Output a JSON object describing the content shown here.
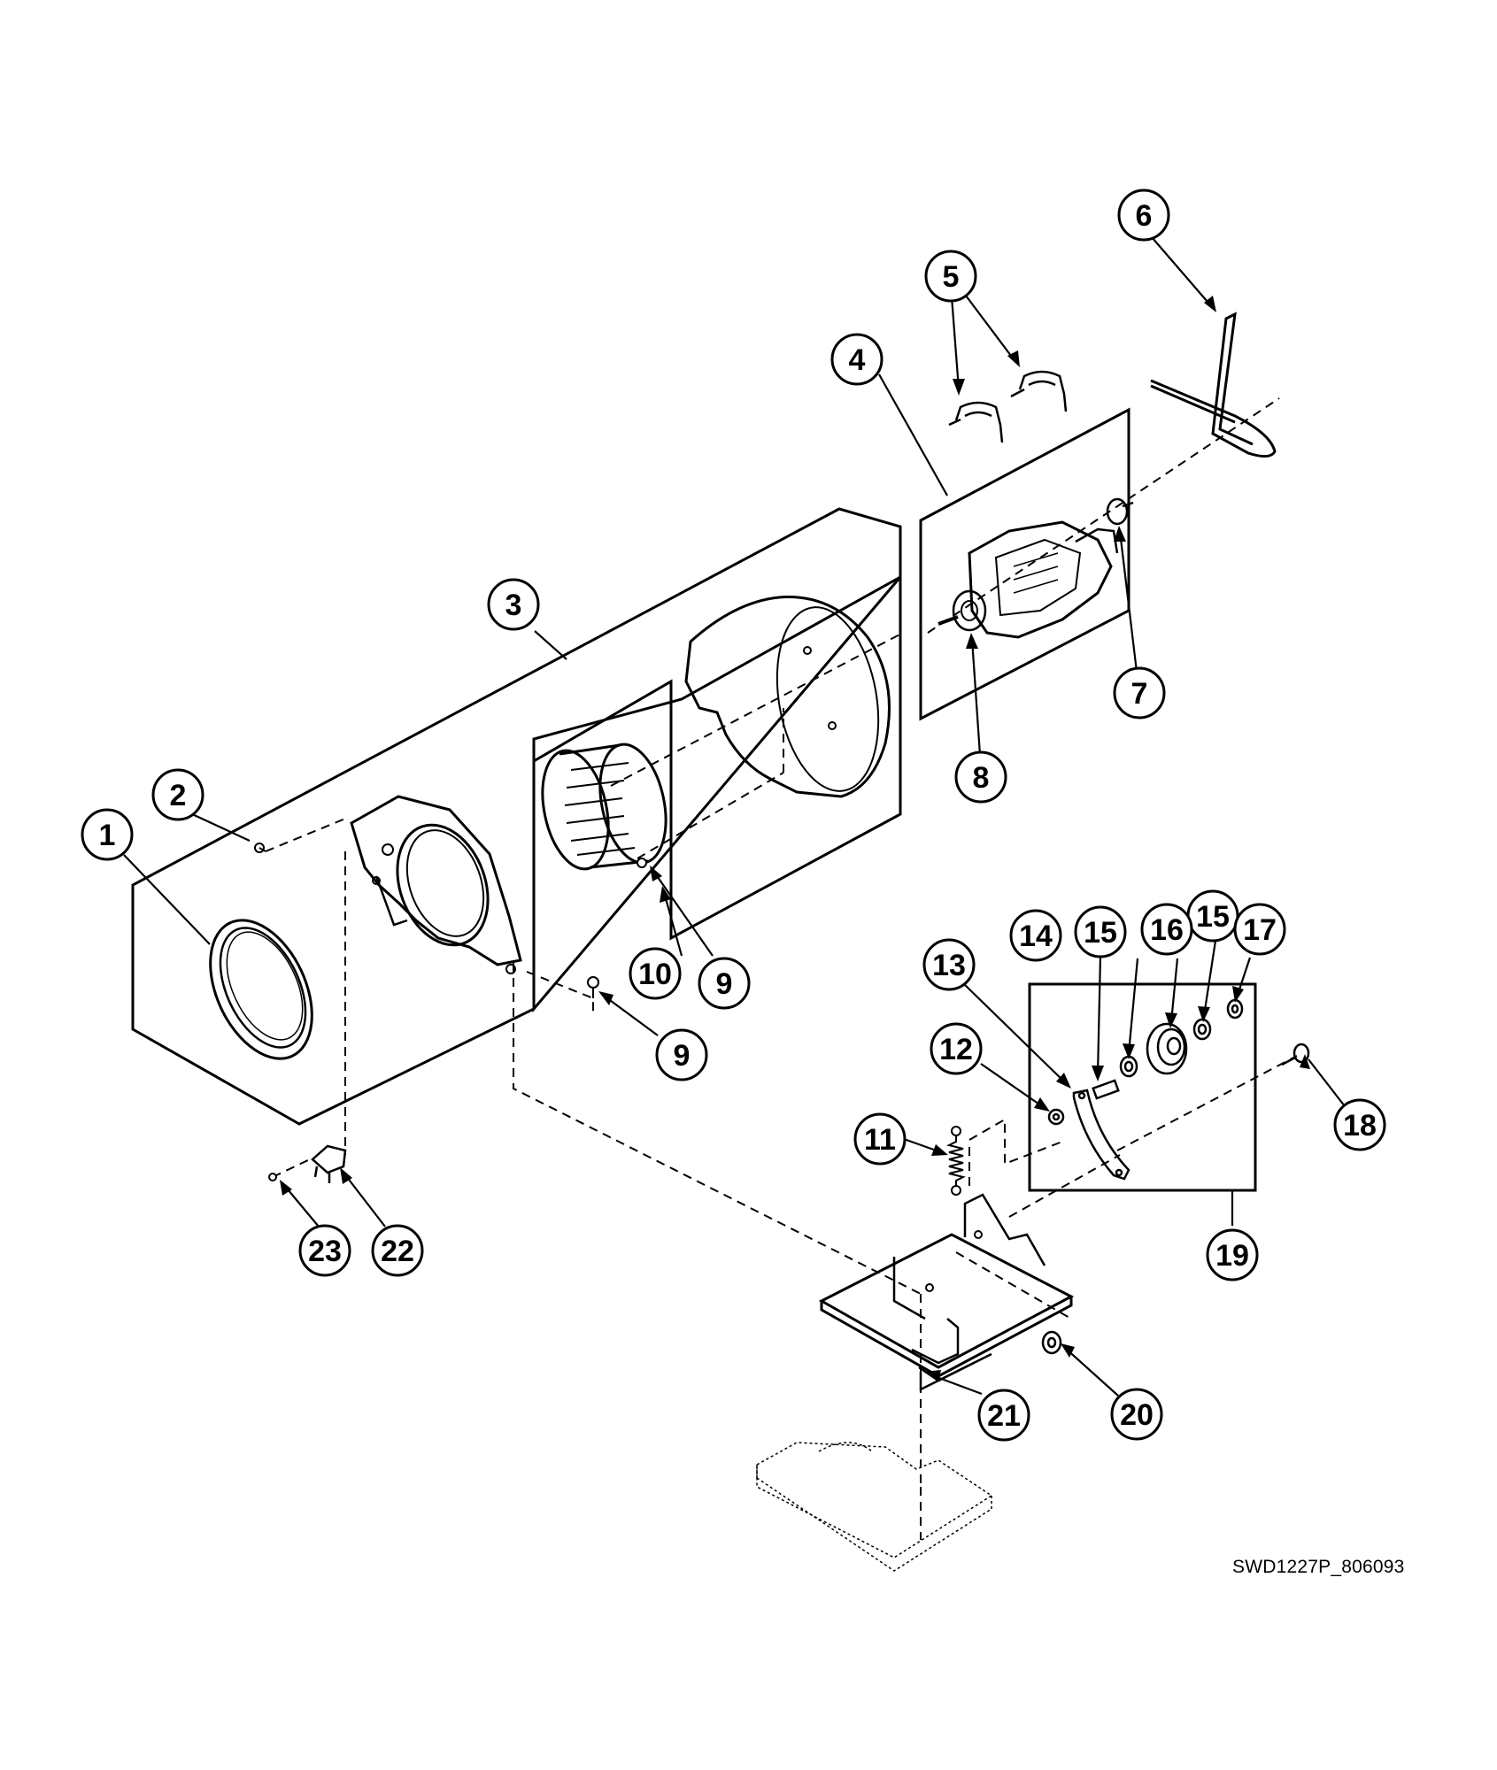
{
  "diagram": {
    "reference_code": "SWD1227P_806093",
    "callouts": [
      "1",
      "2",
      "3",
      "4",
      "5",
      "6",
      "7",
      "8",
      "9",
      "9",
      "10",
      "11",
      "12",
      "13",
      "14",
      "15",
      "15",
      "16",
      "17",
      "18",
      "19",
      "20",
      "21",
      "22",
      "23"
    ]
  },
  "colors": {
    "ink": "#000000",
    "paper": "#ffffff"
  }
}
